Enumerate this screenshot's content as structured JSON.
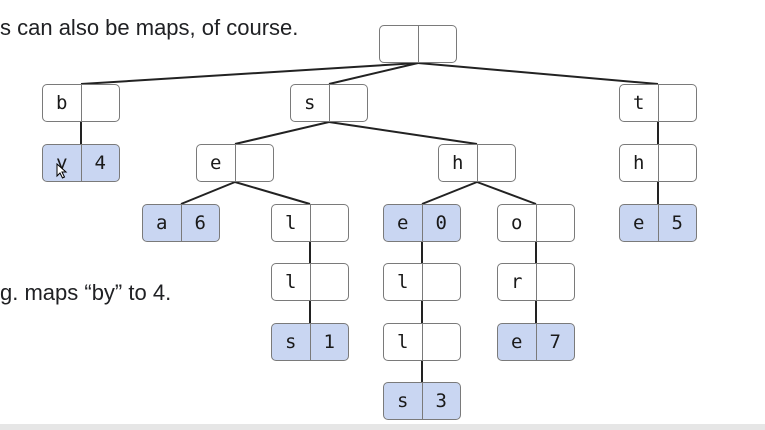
{
  "captions": {
    "top": "s can also be maps, of course.",
    "middle": "g. maps “by” to 4."
  },
  "trie": {
    "root": {
      "key": "",
      "value": ""
    },
    "b": {
      "key": "b",
      "value": ""
    },
    "by": {
      "key": "y",
      "value": "4"
    },
    "s": {
      "key": "s",
      "value": ""
    },
    "se": {
      "key": "e",
      "value": ""
    },
    "sea": {
      "key": "a",
      "value": "6"
    },
    "sel": {
      "key": "l",
      "value": ""
    },
    "sell": {
      "key": "l",
      "value": ""
    },
    "sells": {
      "key": "s",
      "value": "1"
    },
    "sh": {
      "key": "h",
      "value": ""
    },
    "she": {
      "key": "e",
      "value": "0"
    },
    "shel": {
      "key": "l",
      "value": ""
    },
    "shell": {
      "key": "l",
      "value": ""
    },
    "shells": {
      "key": "s",
      "value": "3"
    },
    "sho": {
      "key": "o",
      "value": ""
    },
    "shor": {
      "key": "r",
      "value": ""
    },
    "shore": {
      "key": "e",
      "value": "7"
    },
    "t": {
      "key": "t",
      "value": ""
    },
    "th": {
      "key": "h",
      "value": ""
    },
    "the": {
      "key": "e",
      "value": "5"
    }
  },
  "colors": {
    "terminal_fill": "#c9d6f2",
    "node_fill": "#ffffff",
    "edge": "#222222"
  }
}
